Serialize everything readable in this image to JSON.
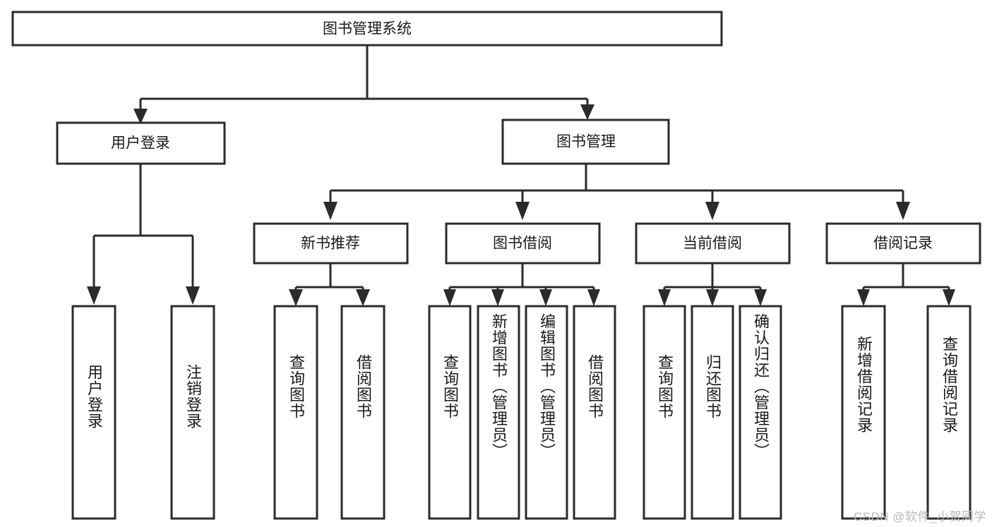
{
  "diagram": {
    "type": "tree",
    "title": "图书管理系统",
    "watermark": "CSDN @软件_小贺同学",
    "colors": {
      "stroke": "#2b2b2b",
      "fill": "#ffffff",
      "text": "#1a1a1a",
      "watermark": "#b9b9b9",
      "background": "#ffffff"
    },
    "root": {
      "label": "图书管理系统",
      "orientation": "horizontal"
    },
    "level1": [
      {
        "label": "用户登录",
        "orientation": "horizontal"
      },
      {
        "label": "图书管理",
        "orientation": "horizontal"
      }
    ],
    "level2": [
      {
        "label": "新书推荐",
        "orientation": "horizontal"
      },
      {
        "label": "图书借阅",
        "orientation": "horizontal"
      },
      {
        "label": "当前借阅",
        "orientation": "horizontal"
      },
      {
        "label": "借阅记录",
        "orientation": "horizontal"
      }
    ],
    "leaves": {
      "user_login": [
        {
          "label": "用户登录",
          "orientation": "vertical"
        },
        {
          "label": "注销登录",
          "orientation": "vertical"
        }
      ],
      "new_book_recommend": [
        {
          "label": "查询图书",
          "orientation": "vertical"
        },
        {
          "label": "借阅图书",
          "orientation": "vertical"
        }
      ],
      "book_borrow": [
        {
          "label": "查询图书",
          "orientation": "vertical"
        },
        {
          "label": "新增图书（管理员）",
          "orientation": "vertical"
        },
        {
          "label": "编辑图书（管理员）",
          "orientation": "vertical"
        },
        {
          "label": "借阅图书",
          "orientation": "vertical"
        }
      ],
      "current_borrow": [
        {
          "label": "查询图书",
          "orientation": "vertical"
        },
        {
          "label": "归还图书",
          "orientation": "vertical"
        },
        {
          "label": "确认归还（管理员）",
          "orientation": "vertical"
        }
      ],
      "borrow_record": [
        {
          "label": "新增借阅记录",
          "orientation": "vertical"
        },
        {
          "label": "查询借阅记录",
          "orientation": "vertical"
        }
      ]
    }
  }
}
